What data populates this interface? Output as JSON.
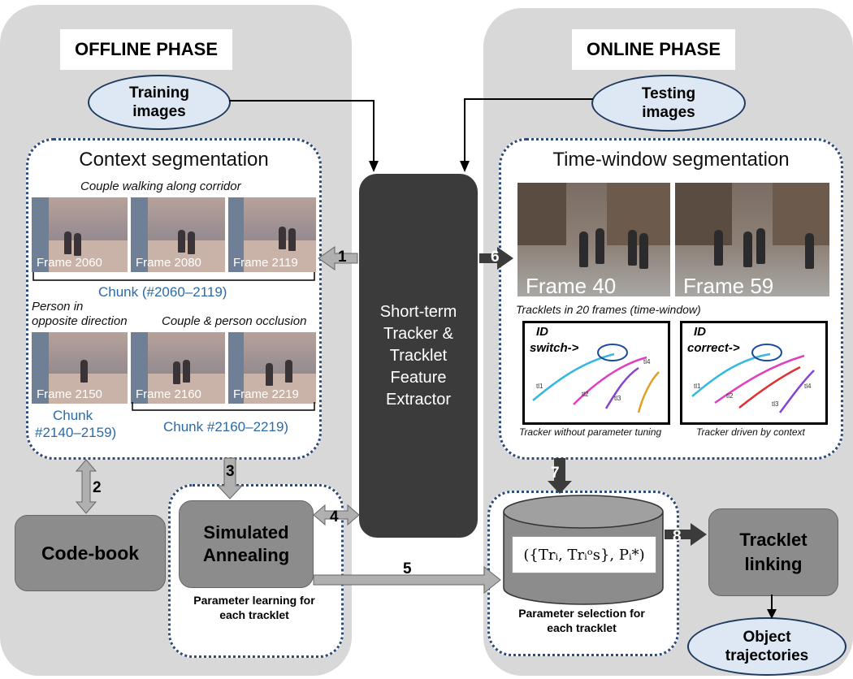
{
  "offline": {
    "title": "OFFLINE PHASE",
    "training": "Training images",
    "context_title": "Context segmentation",
    "cap_couple": "Couple walking along corridor",
    "cap_person_1": "Person in",
    "cap_person_2": "opposite direction",
    "cap_occlusion": "Couple & person occlusion",
    "frames_top": [
      "Frame 2060",
      "Frame 2080",
      "Frame 2119"
    ],
    "frames_bottom": [
      "Frame 2150",
      "Frame 2160",
      "Frame 2219"
    ],
    "chunk_1": "Chunk (#2060–2119)",
    "chunk_2_a": "Chunk",
    "chunk_2_b": "#2140–2159)",
    "chunk_3": "Chunk #2160–2219)",
    "codebook": "Code-book",
    "annealing": "Simulated Annealing",
    "param_learning": "Parameter learning for each tracklet"
  },
  "online": {
    "title": "ONLINE PHASE",
    "testing": "Testing images",
    "window_title": "Time-window segmentation",
    "frames": [
      "Frame 40",
      "Frame 59"
    ],
    "tracklets_caption": "Tracklets in 20 frames (time-window)",
    "id_switch_1": "ID",
    "id_switch_2": "switch->",
    "id_correct_1": "ID",
    "id_correct_2": "correct->",
    "cap_without": "Tracker without parameter tuning",
    "cap_driven": "Tracker driven by context",
    "tracklet_labels": [
      "tl1",
      "tl2",
      "tl3",
      "tl4"
    ],
    "formula": "({Trᵢ, Trᵢᵒs}, Pᵢ*)",
    "param_selection": "Parameter selection for each tracklet",
    "linking": "Tracklet linking",
    "trajectories": "Object trajectories"
  },
  "center": {
    "tracker": "Short-term Tracker & Tracklet Feature Extractor"
  },
  "steps": [
    "1",
    "2",
    "3",
    "4",
    "5",
    "6",
    "7",
    "8"
  ],
  "colors": {
    "phase_bg": "#d8d8d8",
    "ellipse_fill": "#dde8f4",
    "dotted_border": "#2e4b7a",
    "chunk_text": "#2d6aa6",
    "gray_box": "#8c8c8c",
    "dark_box": "#3b3b3b"
  }
}
